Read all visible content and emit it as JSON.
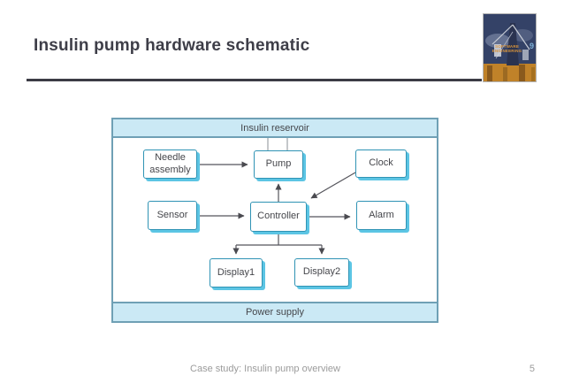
{
  "slide": {
    "title": "Insulin pump hardware schematic",
    "footer_text": "Case study: Insulin pump overview",
    "page_number": "5"
  },
  "book_cover": {
    "author": "SOMMERVILLE",
    "title": "SOFTWARE ENGINEERING",
    "edition_number": "9"
  },
  "diagram": {
    "reservoir_label": "Insulin reservoir",
    "power_label": "Power supply",
    "boxes": [
      {
        "id": "needle-assembly",
        "label": "Needle assembly"
      },
      {
        "id": "pump",
        "label": "Pump"
      },
      {
        "id": "clock",
        "label": "Clock"
      },
      {
        "id": "sensor",
        "label": "Sensor"
      },
      {
        "id": "controller",
        "label": "Controller"
      },
      {
        "id": "alarm",
        "label": "Alarm"
      },
      {
        "id": "display1",
        "label": "Display1"
      },
      {
        "id": "display2",
        "label": "Display2"
      }
    ],
    "connections": [
      {
        "from": "Insulin reservoir",
        "to": "Pump",
        "style": "double-line"
      },
      {
        "from": "Needle assembly",
        "to": "Pump",
        "style": "arrow"
      },
      {
        "from": "Controller",
        "to": "Pump",
        "style": "arrow"
      },
      {
        "from": "Clock",
        "to": "Controller",
        "style": "arrow"
      },
      {
        "from": "Sensor",
        "to": "Controller",
        "style": "arrow"
      },
      {
        "from": "Controller",
        "to": "Alarm",
        "style": "arrow"
      },
      {
        "from": "Controller",
        "to": "Display1",
        "style": "arrow"
      },
      {
        "from": "Controller",
        "to": "Display2",
        "style": "arrow"
      }
    ]
  },
  "colors": {
    "title_text": "#3E3E48",
    "rule_line": "#3C3C45",
    "frame_border": "#6FA0B5",
    "bar_fill": "#CBE9F5",
    "box_border": "#2F93B4",
    "box_shadow": "#5CC5E4",
    "diagram_text": "#45464B",
    "arrow_line": "#55555C",
    "footer_text": "#9B9B9B",
    "cover_navy": "#344267",
    "cover_orange": "#D9943B"
  }
}
